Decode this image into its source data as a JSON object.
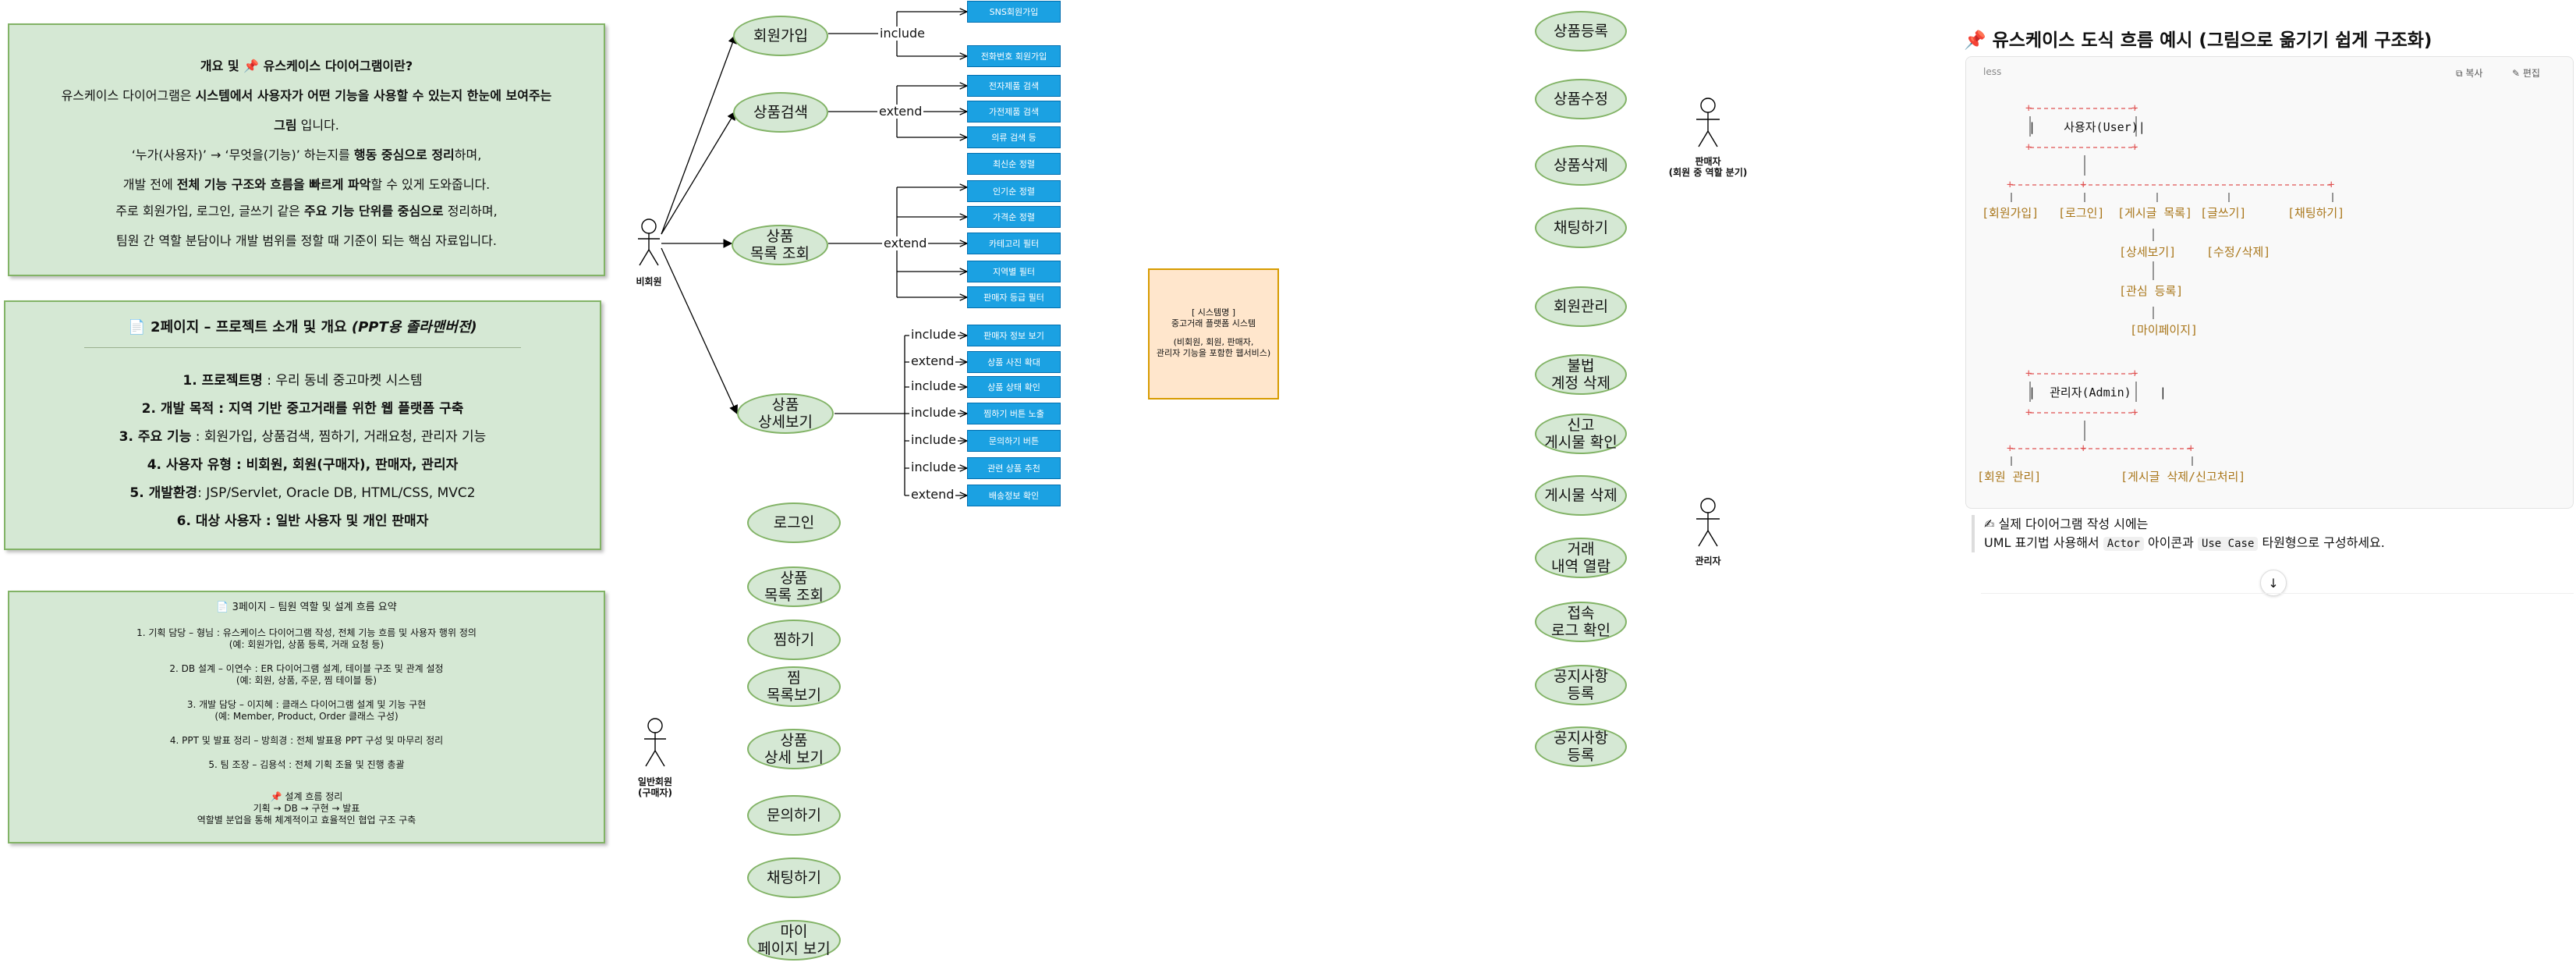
{
  "info_box_1": {
    "title_prefix": "개요 및 ",
    "pin_icon": "📌",
    "title_suffix": " 유스케이스 다이어그램이란?",
    "line1a": "유스케이스 다이어그램은 ",
    "line1b": "시스템에서 사용자가 어떤 기능을 사용할 수 있는지 한눈에 보여주는",
    "line2": "그림",
    "line2b": " 입니다.",
    "line3a": "‘누가(사용자)’ → ‘무엇을(기능)’ 하는지를 ",
    "line3b": "행동 중심으로 정리",
    "line3c": "하며,",
    "line4a": "개발 전에 ",
    "line4b": "전체 기능 구조와 흐름을 빠르게 파악",
    "line4c": "할 수 있게 도와줍니다.",
    "line5a": "주로 회원가입, 로그인, 글쓰기 같은 ",
    "line5b": "주요 기능 단위를 중심으로",
    "line5c": " 정리하며,",
    "line6": "팀원 간 역할 분담이나 개발 범위를 정할 때 기준이 되는 핵심 자료입니다."
  },
  "info_box_2": {
    "doc_icon": "📄",
    "title": "2페이지 – 프로젝트 소개 및 개요 ",
    "title_italic": "(PPT용 졸라맨버전)",
    "items": [
      {
        "label": "1. 프로젝트명",
        "value": " : 우리 동네 중고마켓 시스템"
      },
      {
        "label": "2. 개발 목적",
        "value": " : 지역 기반 중고거래를 위한 웹 플랫폼 구축"
      },
      {
        "label": "3. 주요 기능",
        "value": " : 회원가입, 상품검색, 찜하기, 거래요청, 관리자 기능"
      },
      {
        "label": "4. 사용자 유형",
        "value": " : 비회원, 회원(구매자), 판매자, 관리자"
      },
      {
        "label": "5. 개발환경",
        "value": ": JSP/Servlet, Oracle DB, HTML/CSS, MVC2"
      },
      {
        "label": "6. 대상 사용자",
        "value": " : 일반 사용자 및 개인 판매자"
      }
    ]
  },
  "info_box_3": {
    "title": "📄 3페이지 – 팀원 역할 및 설계 흐름 요약",
    "p1a": "1. 기획 담당 – 형님 : 유스케이스 다이어그램 작성, 전체 기능 흐름 및 사용자 행위 정의",
    "p1b": "(예: 회원가입, 상품 등록, 거래 요청 등)",
    "p2a": "2. DB 설계 – 이연수 : ER 다이어그램 설계, 테이블 구조 및 관계 설정",
    "p2b": "(예: 회원, 상품, 주문, 찜 테이블 등)",
    "p3a": "3. 개발 담당 – 이지혜 : 클래스 다이어그램 설계 및 기능 구현",
    "p3b": "(예: Member, Product, Order 클래스 구성)",
    "p4": "4. PPT 및 발표 정리 – 방희경 : 전체 발표용 PPT 구성 및 마무리 정리",
    "p5": "5. 팀 조장 – 김용석 : 전체 기획 조율 및 진행 총괄",
    "flow_title": "📌 설계 흐름 정리",
    "flow_line": "기획 → DB → 구현 → 발표",
    "flow_desc": "역할별 분업을 통해 체계적이고 효율적인 협업 구조 구축"
  },
  "actors": {
    "guest": "비회원",
    "member": "일반회원\n(구매자)",
    "seller": "판매자\n(회원 중 역할 분기)",
    "admin": "관리자"
  },
  "guest_usecases": {
    "signup": "회원가입",
    "search": "상품검색",
    "list": "상품\n목록 조회",
    "detail": "상품\n상세보기"
  },
  "edge_labels": {
    "include": "include",
    "extend": "extend"
  },
  "signup_boxes": [
    "SNS회원가입",
    "전화번호 회원가입"
  ],
  "search_boxes": [
    "전자제품 검색",
    "가전제품 검색",
    "의류 검색 등"
  ],
  "list_boxes": [
    "최신순 정렬",
    "인기순 정렬",
    "가격순 정렬",
    "카테고리 필터",
    "지역별 필터",
    "판매자 등급 필터"
  ],
  "detail_boxes": [
    {
      "rel": "include",
      "label": "판매자 정보 보기"
    },
    {
      "rel": "extend",
      "label": "상품 사진 확대"
    },
    {
      "rel": "include",
      "label": "상품 상태 확인"
    },
    {
      "rel": "include",
      "label": "찜하기 버튼 노출"
    },
    {
      "rel": "include",
      "label": "문의하기 버튼"
    },
    {
      "rel": "include",
      "label": "관련 상품 추천"
    },
    {
      "rel": "extend",
      "label": "배송정보 확인"
    }
  ],
  "member_usecases": [
    "로그인",
    "상품\n목록 조회",
    "찜하기",
    "찜\n목록보기",
    "상품\n상세 보기",
    "문의하기",
    "채팅하기",
    "마이\n페이지 보기"
  ],
  "system_note": {
    "line1": "[ 시스템명 ]",
    "line2": "중고거래 플랫폼 시스템",
    "line3": "(비회원, 회원, 판매자,",
    "line4": "관리자 기능을 포함한 웹서비스)"
  },
  "seller_usecases": [
    "상품등록",
    "상품수정",
    "상품삭제",
    "채팅하기"
  ],
  "admin_usecases": [
    "회원관리",
    "불법\n계정 삭제",
    "신고\n게시물 확인",
    "게시물 삭제",
    "거래\n내역 열람",
    "접속\n로그 확인",
    "공지사항\n등록",
    "공지사항\n등록"
  ],
  "right_panel": {
    "title_icon": "📌",
    "title": " 유스케이스 도식 흐름 예시 (그림으로 옮기기 쉽게 구조화)",
    "code_lang": "less",
    "copy_label": "복사",
    "edit_label": "편집",
    "user_box": "사용자(User)",
    "user_funcs": [
      "[회원가입]",
      "[로그인]",
      "[게시글 목록]",
      "[글쓰기]",
      "[채팅하기]"
    ],
    "sub1": [
      "[상세보기]",
      "[수정/삭제]"
    ],
    "sub2": "[관심 등록]",
    "sub3": "[마이페이지]",
    "admin_box": "관리자(Admin)",
    "admin_funcs": [
      "[회원 관리]",
      "[게시글 삭제/신고처리]"
    ],
    "note_icon": "✍",
    "note_line1": " 실제 다이어그램 작성 시에는",
    "note_line2a": "UML 표기법 사용해서 ",
    "note_code1": "Actor",
    "note_line2b": " 아이콘과 ",
    "note_code2": "Use Case",
    "note_line2c": " 타원형으로 구성하세요.",
    "scroll_icon": "↓"
  }
}
